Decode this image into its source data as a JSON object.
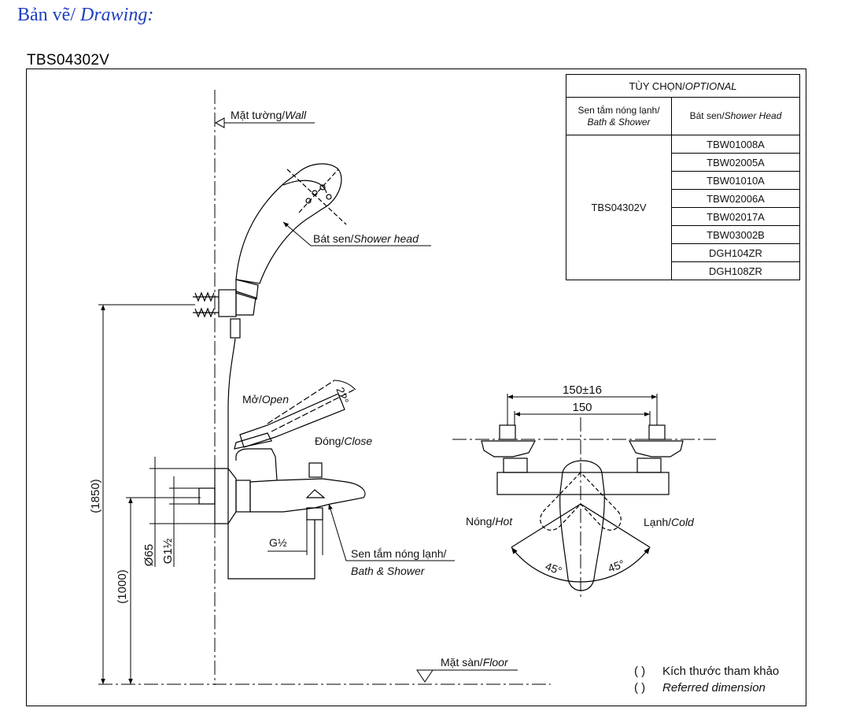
{
  "heading": {
    "vi": "Bản vẽ/",
    "en": " Drawing:"
  },
  "model_title": "TBS04302V",
  "labels": {
    "wall_vi": "Mặt tường/",
    "wall_en": "Wall",
    "shower_head_vi": "Bát sen/",
    "shower_head_en": "Shower head",
    "open_vi": "Mở/",
    "open_en": "Open",
    "close_vi": "Đóng/",
    "close_en": "Close",
    "bath_shower_vi": "Sen tắm nóng lạnh/",
    "bath_shower_en": "Bath & Shower",
    "hot_vi": "Nóng/",
    "hot_en": "Hot",
    "cold_vi": "Lạnh/",
    "cold_en": "Cold",
    "floor_vi": "Mặt sàn/",
    "floor_en": "Floor"
  },
  "dimensions": {
    "angle_open": "22°",
    "width_tol": "150±16",
    "width": "150",
    "angle_left": "45°",
    "angle_right": "45°",
    "height_total": "(1850)",
    "height_mixer": "(1000)",
    "diameter": "Ø65",
    "thread_inlet": "G1½",
    "thread_outlet": "G½"
  },
  "optional_table": {
    "title_vi": "TÙY CHỌN/",
    "title_en": "OPTIONAL",
    "col1_vi": "Sen tắm nóng lạnh/",
    "col1_en": "Bath & Shower",
    "col2_vi": "Bát sen/",
    "col2_en": "Shower Head",
    "model": "TBS04302V",
    "options": [
      "TBW01008A",
      "TBW02005A",
      "TBW01010A",
      "TBW02006A",
      "TBW02017A",
      "TBW03002B",
      "DGH104ZR",
      "DGH108ZR"
    ]
  },
  "legend": {
    "paren": "(      )",
    "vi": "Kích thước tham khảo",
    "en": "Referred dimension"
  }
}
